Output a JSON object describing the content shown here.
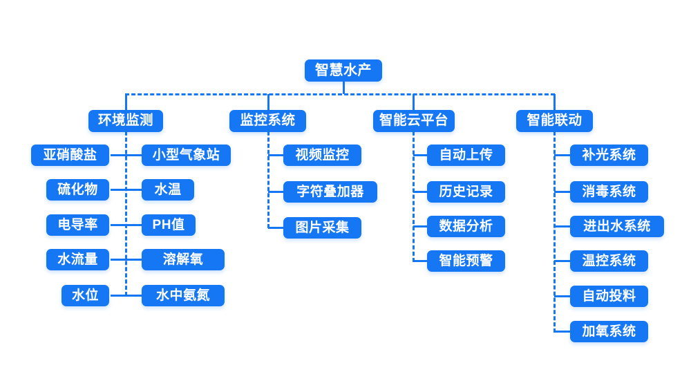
{
  "diagram": {
    "title": "智慧水产",
    "colors": {
      "brand": "#1677f5",
      "node_text": "#ffffff",
      "background": "#ffffff"
    },
    "root": {
      "label": "智慧水产"
    },
    "branches": [
      {
        "label": "环境监测",
        "layout": "two-sided",
        "left_children": [
          {
            "label": "亚硝酸盐"
          },
          {
            "label": "硫化物"
          },
          {
            "label": "电导率"
          },
          {
            "label": "水流量"
          },
          {
            "label": "水位"
          }
        ],
        "right_children": [
          {
            "label": "小型气象站"
          },
          {
            "label": "水温"
          },
          {
            "label": "PH值"
          },
          {
            "label": "溶解氧"
          },
          {
            "label": "水中氨氮"
          }
        ]
      },
      {
        "label": "监控系统",
        "layout": "right-only",
        "left_children": [],
        "right_children": [
          {
            "label": "视频监控"
          },
          {
            "label": "字符叠加器"
          },
          {
            "label": "图片采集"
          }
        ]
      },
      {
        "label": "智能云平台",
        "layout": "right-only",
        "left_children": [],
        "right_children": [
          {
            "label": "自动上传"
          },
          {
            "label": "历史记录"
          },
          {
            "label": "数据分析"
          },
          {
            "label": "智能预警"
          }
        ]
      },
      {
        "label": "智能联动",
        "layout": "right-only",
        "left_children": [],
        "right_children": [
          {
            "label": "补光系统"
          },
          {
            "label": "消毒系统"
          },
          {
            "label": "进出水系统"
          },
          {
            "label": "温控系统"
          },
          {
            "label": "自动投料"
          },
          {
            "label": "加氧系统"
          }
        ]
      }
    ]
  }
}
